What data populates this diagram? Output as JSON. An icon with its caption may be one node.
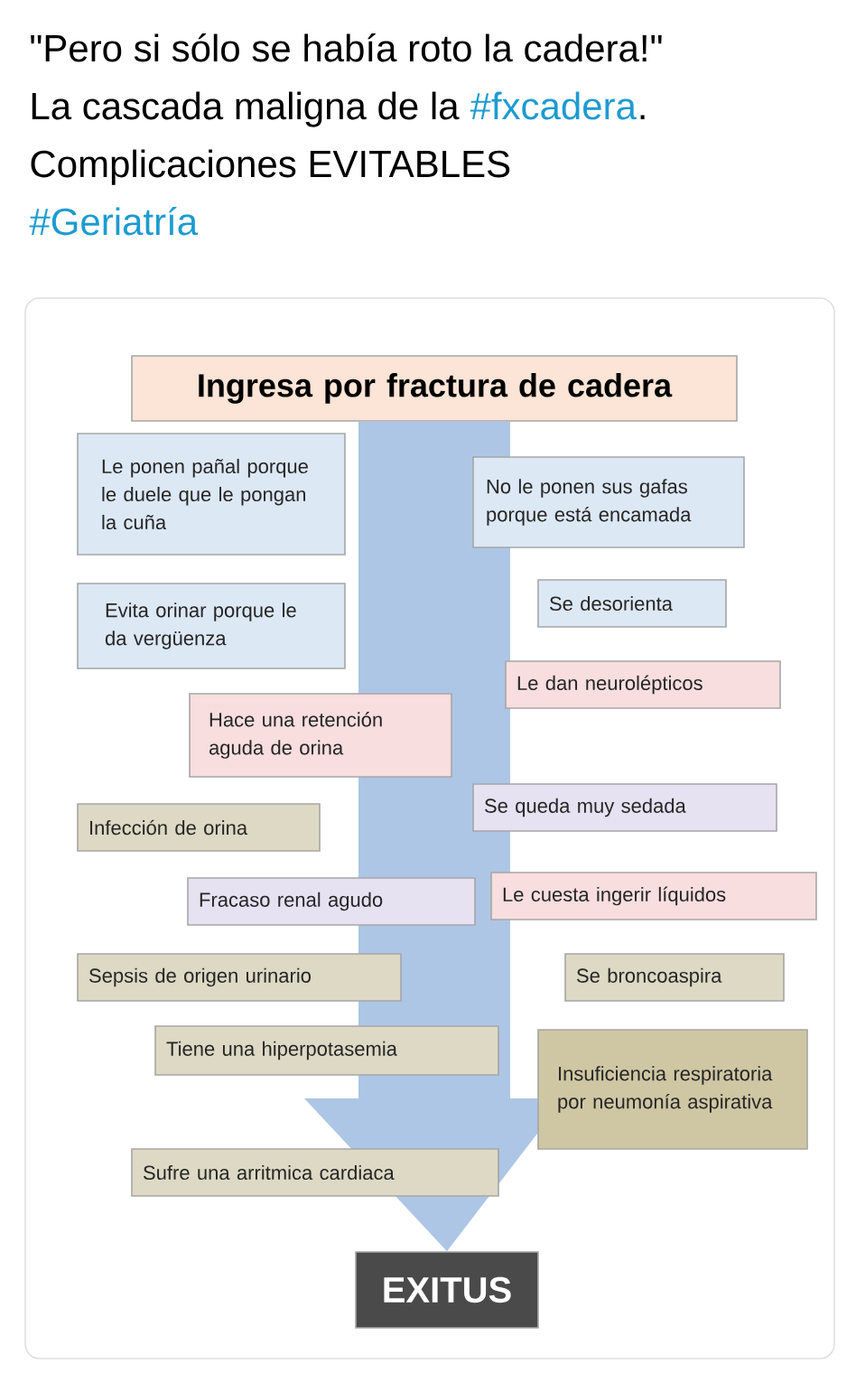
{
  "diagram": {
    "title": "\"Pero si sólo se había roto la cadera!\"",
    "nodes": [
      {
        "text": [
          "Ingresa por fractura de cadera"
        ]
      },
      {
        "text": [
          "Le ponen pañal porque le duele que le pongan la cuña"
        ]
      },
      {
        "text": [
          "No le ponen sus gafas porque está encamada"
        ]
      },
      {
        "text": [
          "Evita orinar porque le da vergüenza"
        ]
      },
      {
        "text": [
          "Se desorienta"
        ]
      },
      {
        "text": [
          "Le dan neurolépticos"
        ]
      },
      {
        "text": [
          "Hace una retención aguda de orina"
        ]
      },
      {
        "text": [
          "Se queda muy sedada"
        ]
      },
      {
        "text": [
          "Infección de orina"
        ]
      },
      {
        "text": [
          "Fracaso renal agudo"
        ]
      },
      {
        "text": [
          "Le cuesta ingerir líquidos"
        ]
      },
      {
        "text": [
          "Sepsis de origen urinario"
        ]
      },
      {
        "text": [
          "Se broncoaspira"
        ]
      },
      {
        "text": [
          "Tiene una hiperpotasemia"
        ]
      },
      {
        "text": [
          "Insuficiencia respiratoria por neumonía aspirativa"
        ]
      },
      {
        "text": [
          "Sufre una arritmica cardiaca"
        ]
      },
      {
        "text": [
          "EXITUS"
        ]
      }
    ],
    "edges": [
      {
        "from": 0,
        "to": 16,
        "arrow": "to",
        "style": "thick",
        "color": "#aec6e6"
      }
    ],
    "labels": [
      "La cascada maligna de la",
      "#fxcadera",
      ".",
      "Complicaciones EVITABLES",
      "#Geriatría"
    ]
  }
}
